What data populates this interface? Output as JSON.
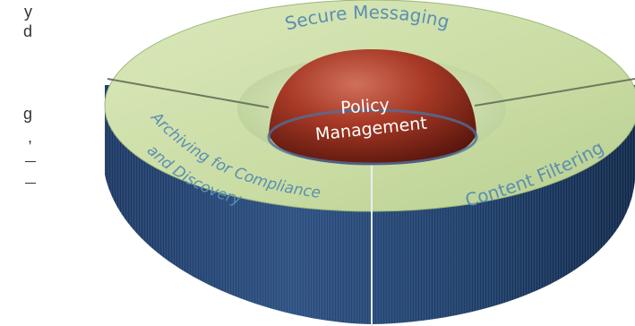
{
  "left_fragments": [
    "y",
    "d",
    "g",
    ",",
    "_",
    "_"
  ],
  "center": {
    "line1": "Policy",
    "line2": "Management"
  },
  "segments": {
    "top": "Secure Messaging",
    "left_line1": "Archiving for Compliance",
    "left_line2": "and Discovery",
    "right": "Content Filtering"
  },
  "colors": {
    "top_face": "#cfe0a8",
    "side_dark": "#16315a",
    "dome": "#8e2a1c",
    "label": "#5b8fb0"
  }
}
